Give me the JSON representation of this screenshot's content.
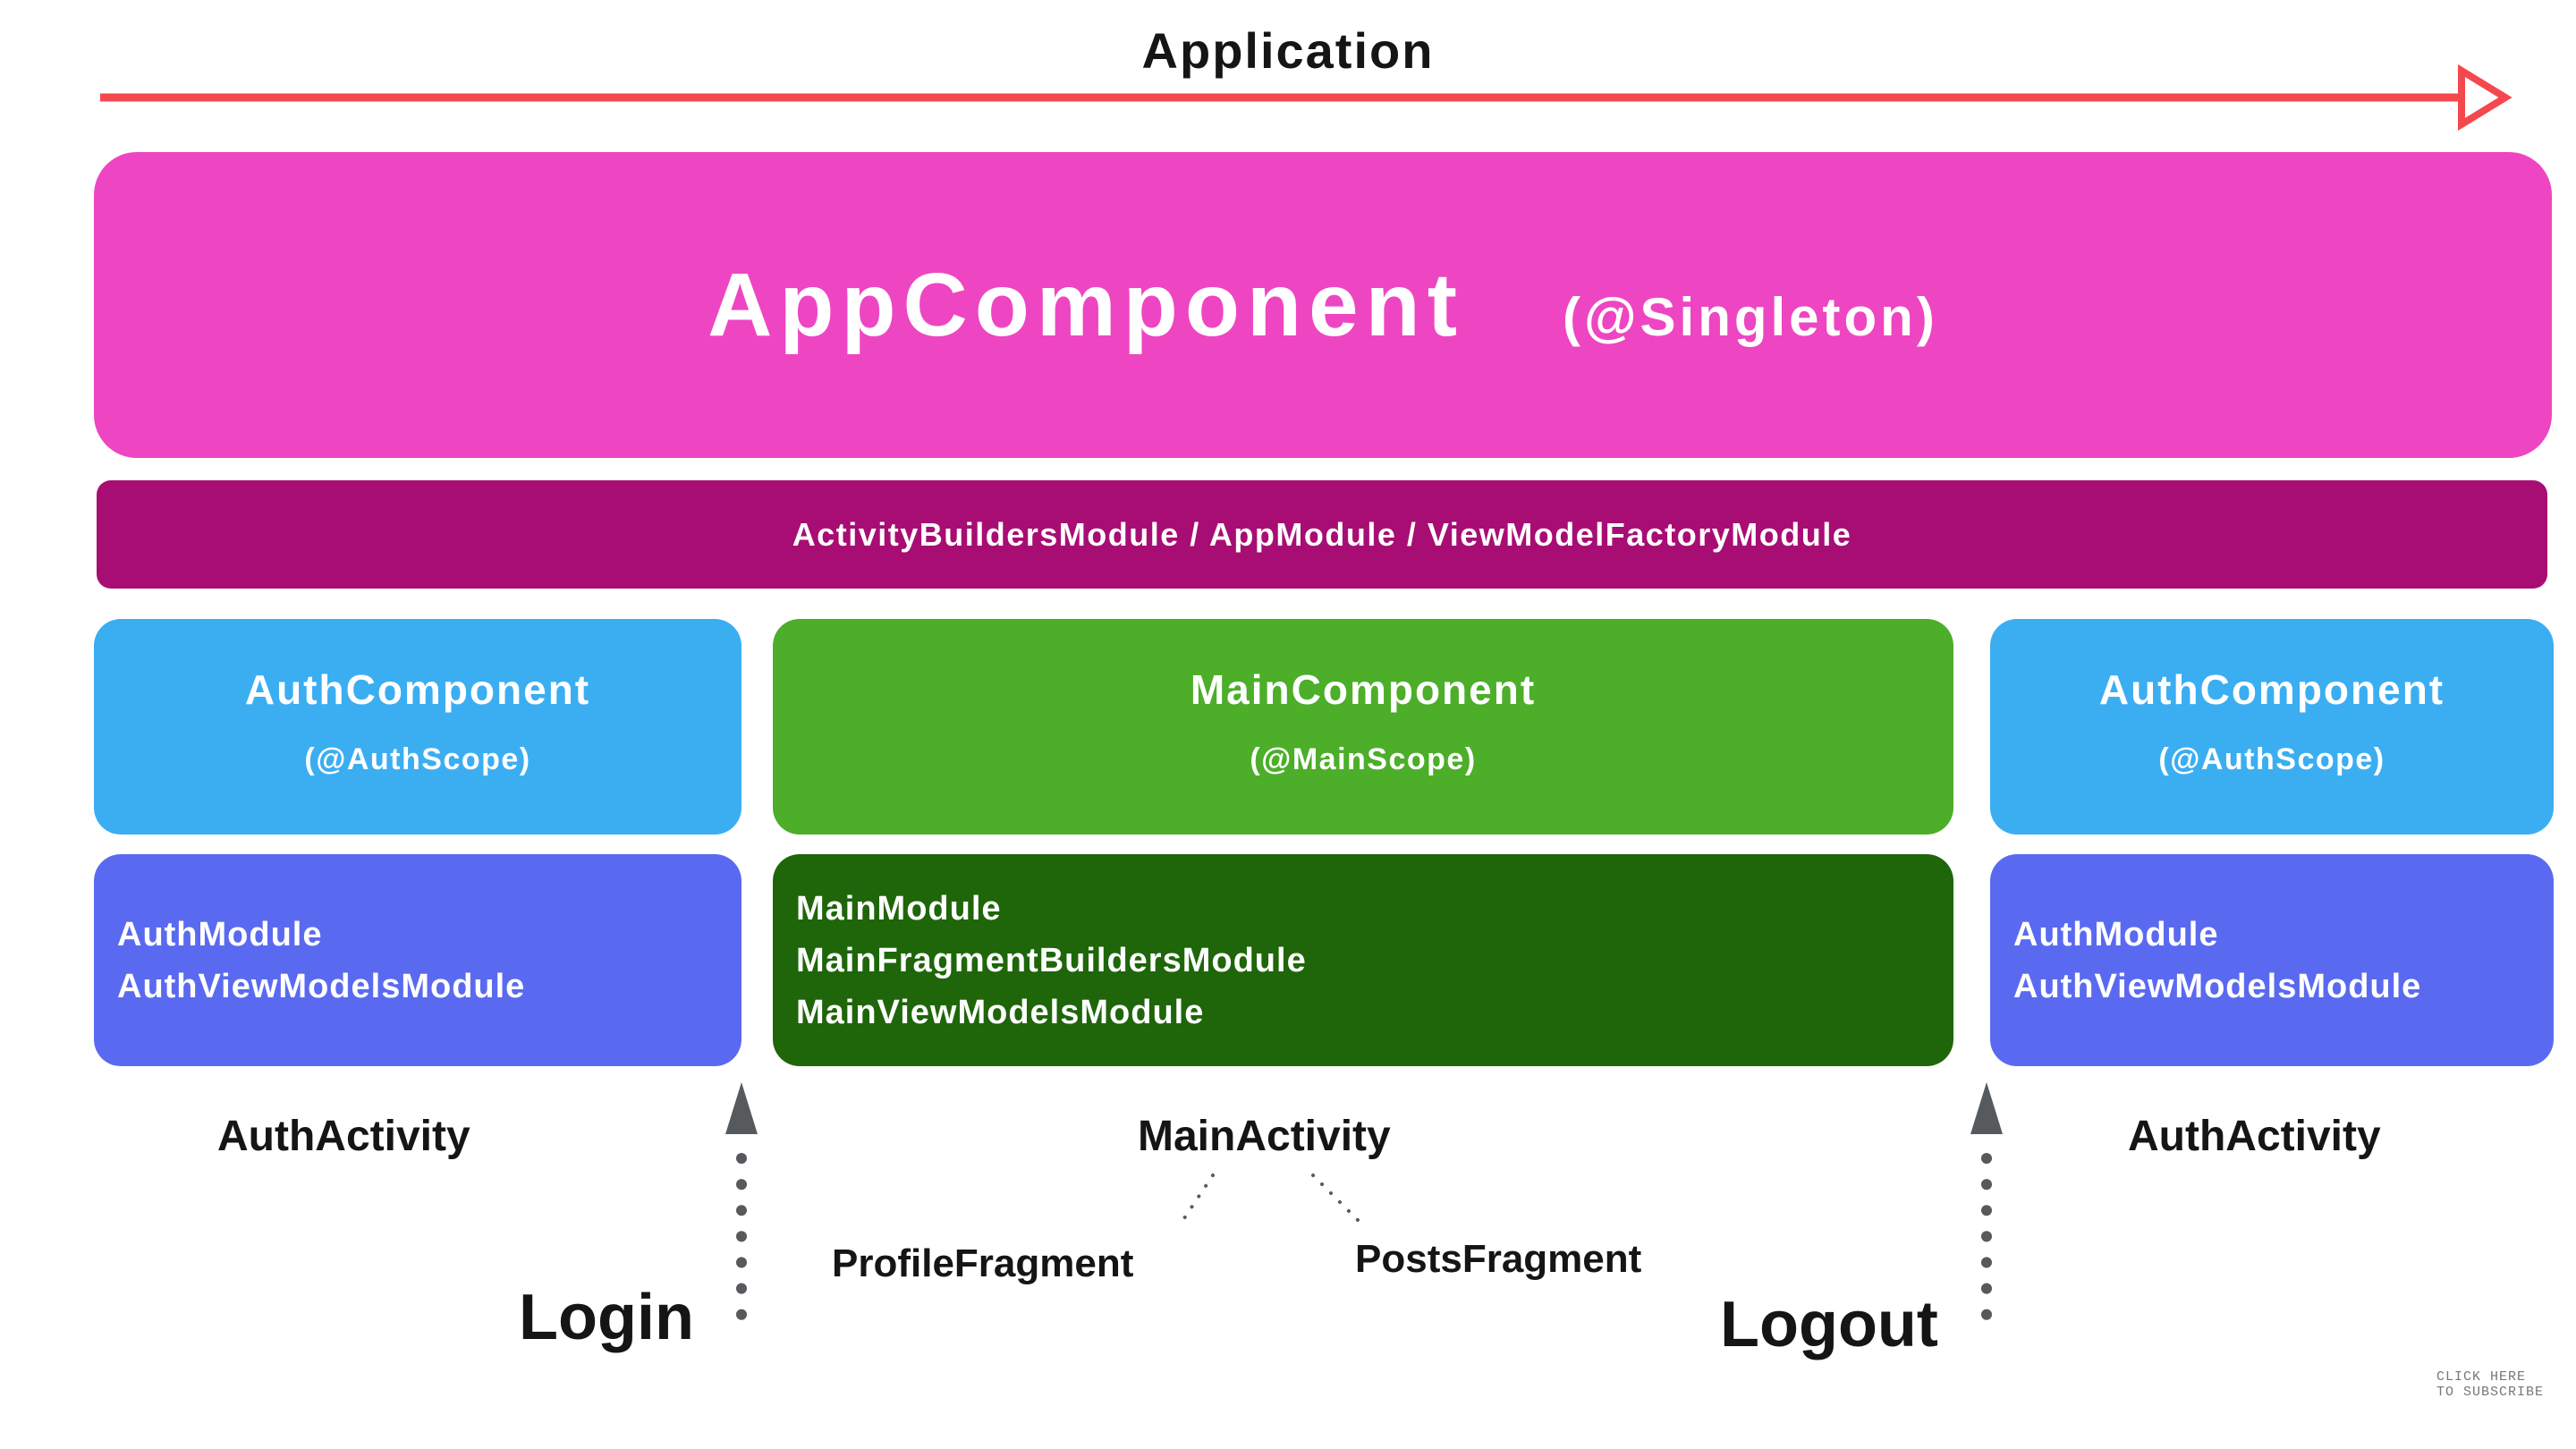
{
  "title": "Application",
  "app_component": {
    "name": "AppComponent",
    "scope": "(@Singleton)"
  },
  "app_modules_bar": "ActivityBuildersModule / AppModule / ViewModelFactoryModule",
  "components": {
    "auth_left": {
      "name": "AuthComponent",
      "scope": "(@AuthScope)"
    },
    "main": {
      "name": "MainComponent",
      "scope": "(@MainScope)"
    },
    "auth_right": {
      "name": "AuthComponent",
      "scope": "(@AuthScope)"
    }
  },
  "modules": {
    "auth_left": [
      "AuthModule",
      "AuthViewModelsModule"
    ],
    "main": [
      "MainModule",
      "MainFragmentBuildersModule",
      "MainViewModelsModule"
    ],
    "auth_right": [
      "AuthModule",
      "AuthViewModelsModule"
    ]
  },
  "labels": {
    "auth_activity_left": "AuthActivity",
    "main_activity": "MainActivity",
    "auth_activity_right": "AuthActivity",
    "profile_fragment": "ProfileFragment",
    "posts_fragment": "PostsFragment",
    "login": "Login",
    "logout": "Logout"
  },
  "watermark": {
    "line1": "CLICK HERE",
    "line2": "TO SUBSCRIBE"
  },
  "colors": {
    "app_component": "#EE46C2",
    "app_modules_bar": "#A80D74",
    "auth_component": "#3BAEF2",
    "main_component": "#4CAE29",
    "auth_modules": "#5A6AF0",
    "main_modules": "#1E6609",
    "application_arrow": "#F5484E",
    "flow_arrow": "#575A5D",
    "text_dark": "#151515"
  }
}
